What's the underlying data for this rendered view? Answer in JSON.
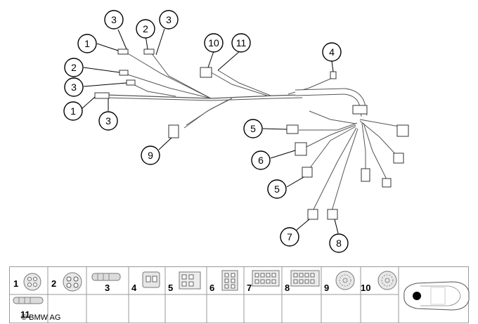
{
  "callouts": [
    {
      "label": "1"
    },
    {
      "label": "3"
    },
    {
      "label": "2"
    },
    {
      "label": "3"
    },
    {
      "label": "10"
    },
    {
      "label": "11"
    },
    {
      "label": "4"
    },
    {
      "label": "2"
    },
    {
      "label": "3"
    },
    {
      "label": "1"
    },
    {
      "label": "3"
    },
    {
      "label": "9"
    },
    {
      "label": "5"
    },
    {
      "label": "6"
    },
    {
      "label": "5"
    },
    {
      "label": "7"
    },
    {
      "label": "8"
    }
  ],
  "legend": {
    "cells": [
      "1",
      "2",
      "3",
      "4",
      "5",
      "6",
      "7",
      "8",
      "9",
      "10",
      "11"
    ]
  },
  "copyright": "© BMW AG"
}
